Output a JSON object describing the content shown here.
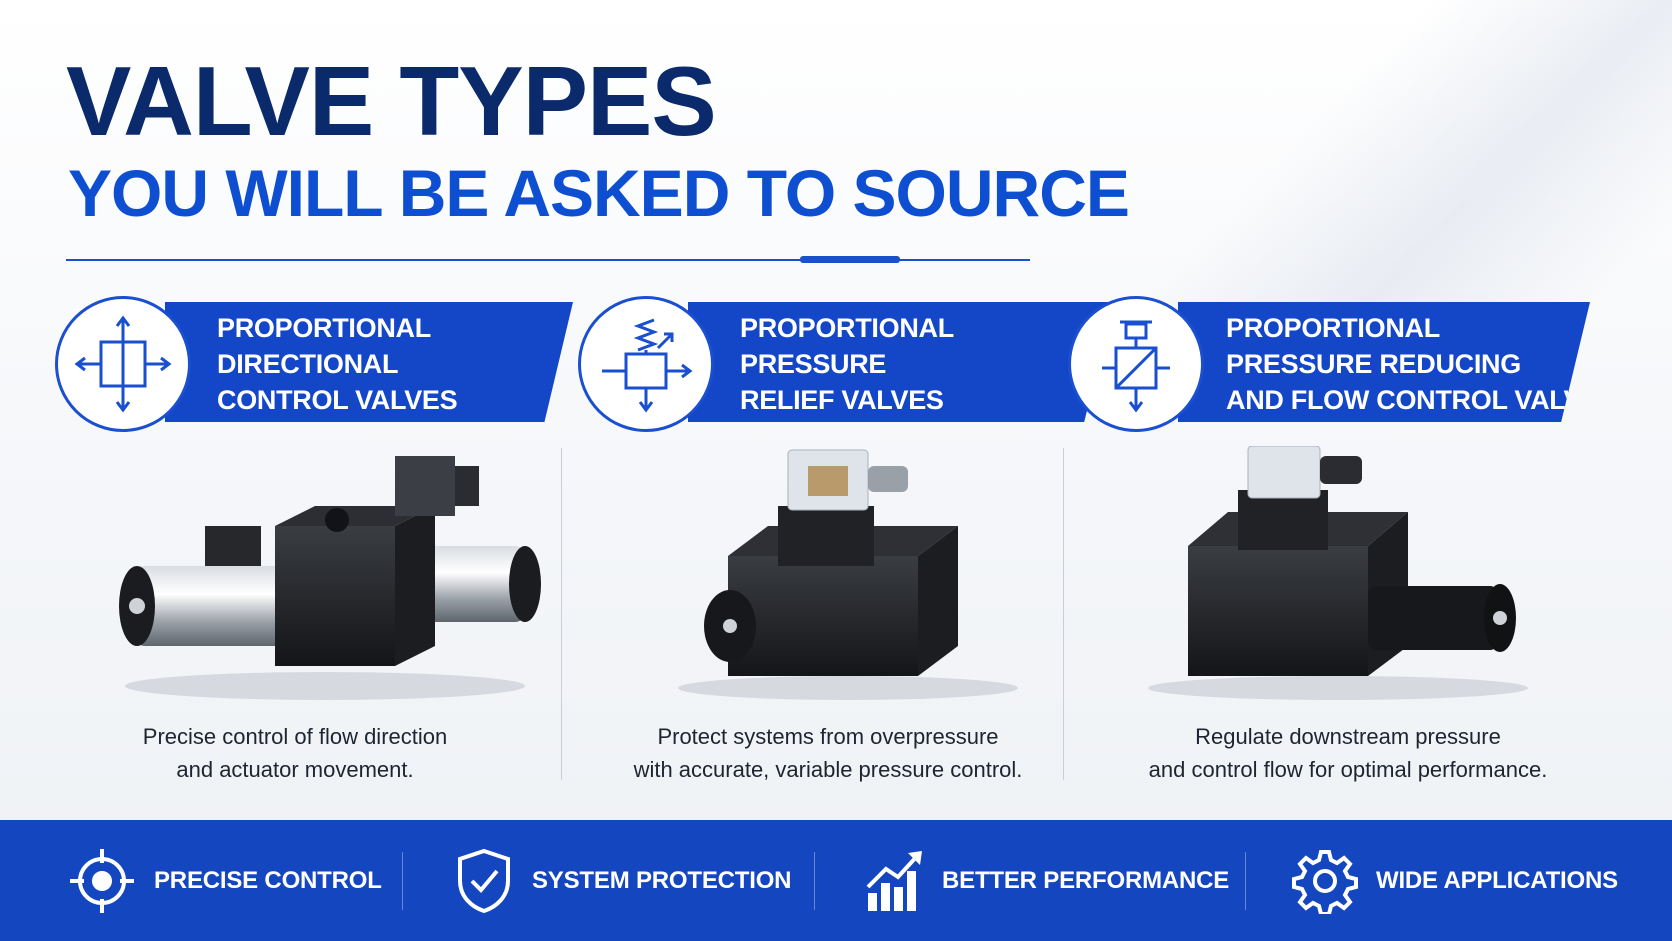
{
  "header": {
    "title": "VALVE TYPES",
    "subtitle": "YOU WILL BE ASKED TO SOURCE"
  },
  "valves": [
    {
      "name_lines": [
        "PROPORTIONAL",
        "DIRECTIONAL",
        "CONTROL VALVES"
      ],
      "icon": "directional-valve-symbol-icon",
      "description_lines": [
        "Precise control of flow direction",
        "and actuator movement."
      ]
    },
    {
      "name_lines": [
        "PROPORTIONAL",
        "PRESSURE",
        "RELIEF VALVES"
      ],
      "icon": "pressure-relief-valve-symbol-icon",
      "description_lines": [
        "Protect systems from overpressure",
        "with accurate, variable pressure control."
      ]
    },
    {
      "name_lines": [
        "PROPORTIONAL",
        "PRESSURE REDUCING",
        "AND FLOW CONTROL VALVES"
      ],
      "icon": "pressure-reducing-valve-symbol-icon",
      "description_lines": [
        "Regulate downstream pressure",
        "and control flow for optimal performance."
      ]
    }
  ],
  "features": [
    {
      "label": "PRECISE CONTROL",
      "icon": "crosshair-icon"
    },
    {
      "label": "SYSTEM PROTECTION",
      "icon": "shield-check-icon"
    },
    {
      "label": "BETTER PERFORMANCE",
      "icon": "growth-chart-icon"
    },
    {
      "label": "WIDE APPLICATIONS",
      "icon": "gear-icon"
    }
  ],
  "colors": {
    "navy": "#0b2a6b",
    "brand_blue": "#1446c8",
    "accent_blue": "#0e4fd1",
    "footer_blue": "#1446c0"
  }
}
